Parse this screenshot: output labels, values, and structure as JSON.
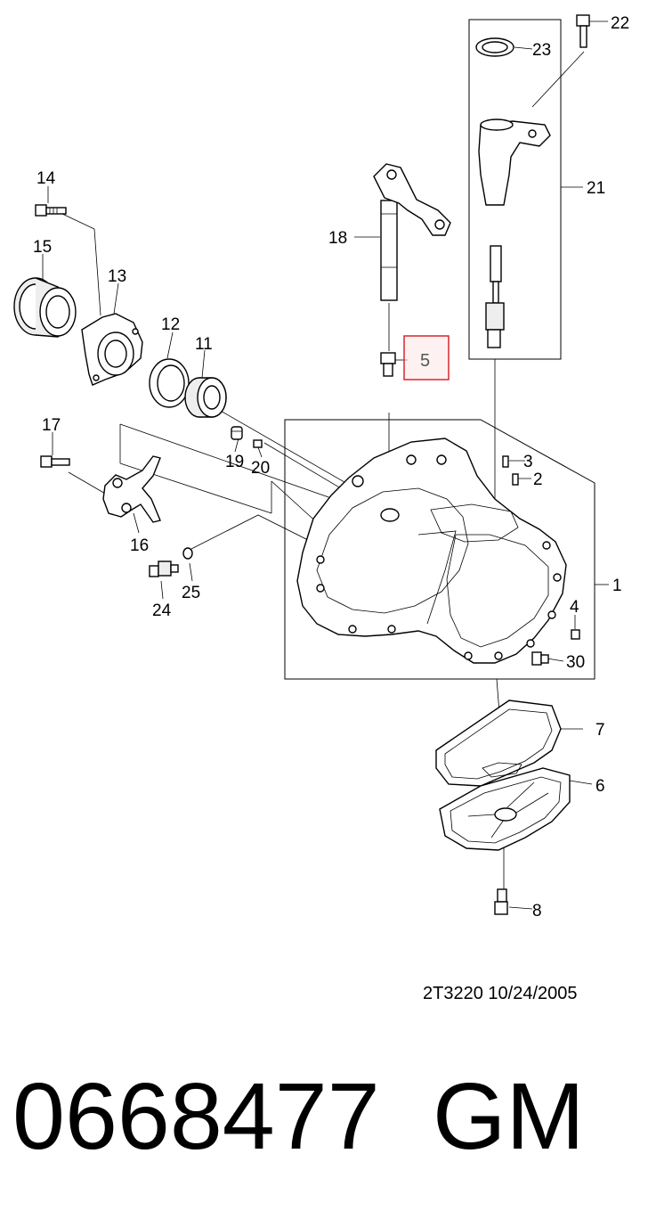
{
  "callouts": [
    {
      "id": "c1",
      "label": "1"
    },
    {
      "id": "c2",
      "label": "2"
    },
    {
      "id": "c3",
      "label": "3"
    },
    {
      "id": "c4",
      "label": "4"
    },
    {
      "id": "c5",
      "label": "5"
    },
    {
      "id": "c6",
      "label": "6"
    },
    {
      "id": "c7",
      "label": "7"
    },
    {
      "id": "c8",
      "label": "8"
    },
    {
      "id": "c11",
      "label": "11"
    },
    {
      "id": "c12",
      "label": "12"
    },
    {
      "id": "c13",
      "label": "13"
    },
    {
      "id": "c14",
      "label": "14"
    },
    {
      "id": "c15",
      "label": "15"
    },
    {
      "id": "c16",
      "label": "16"
    },
    {
      "id": "c17",
      "label": "17"
    },
    {
      "id": "c18",
      "label": "18"
    },
    {
      "id": "c19",
      "label": "19"
    },
    {
      "id": "c20",
      "label": "20"
    },
    {
      "id": "c21",
      "label": "21"
    },
    {
      "id": "c22",
      "label": "22"
    },
    {
      "id": "c23",
      "label": "23"
    },
    {
      "id": "c24",
      "label": "24"
    },
    {
      "id": "c25",
      "label": "25"
    },
    {
      "id": "c30",
      "label": "30"
    }
  ],
  "highlighted_callout": "5",
  "highlight_color": "#d9262c",
  "highlight_fill": "#fde8ea",
  "drawing_code": "2T3220  10/24/2005",
  "part_number": "0668477",
  "brand": "GM"
}
